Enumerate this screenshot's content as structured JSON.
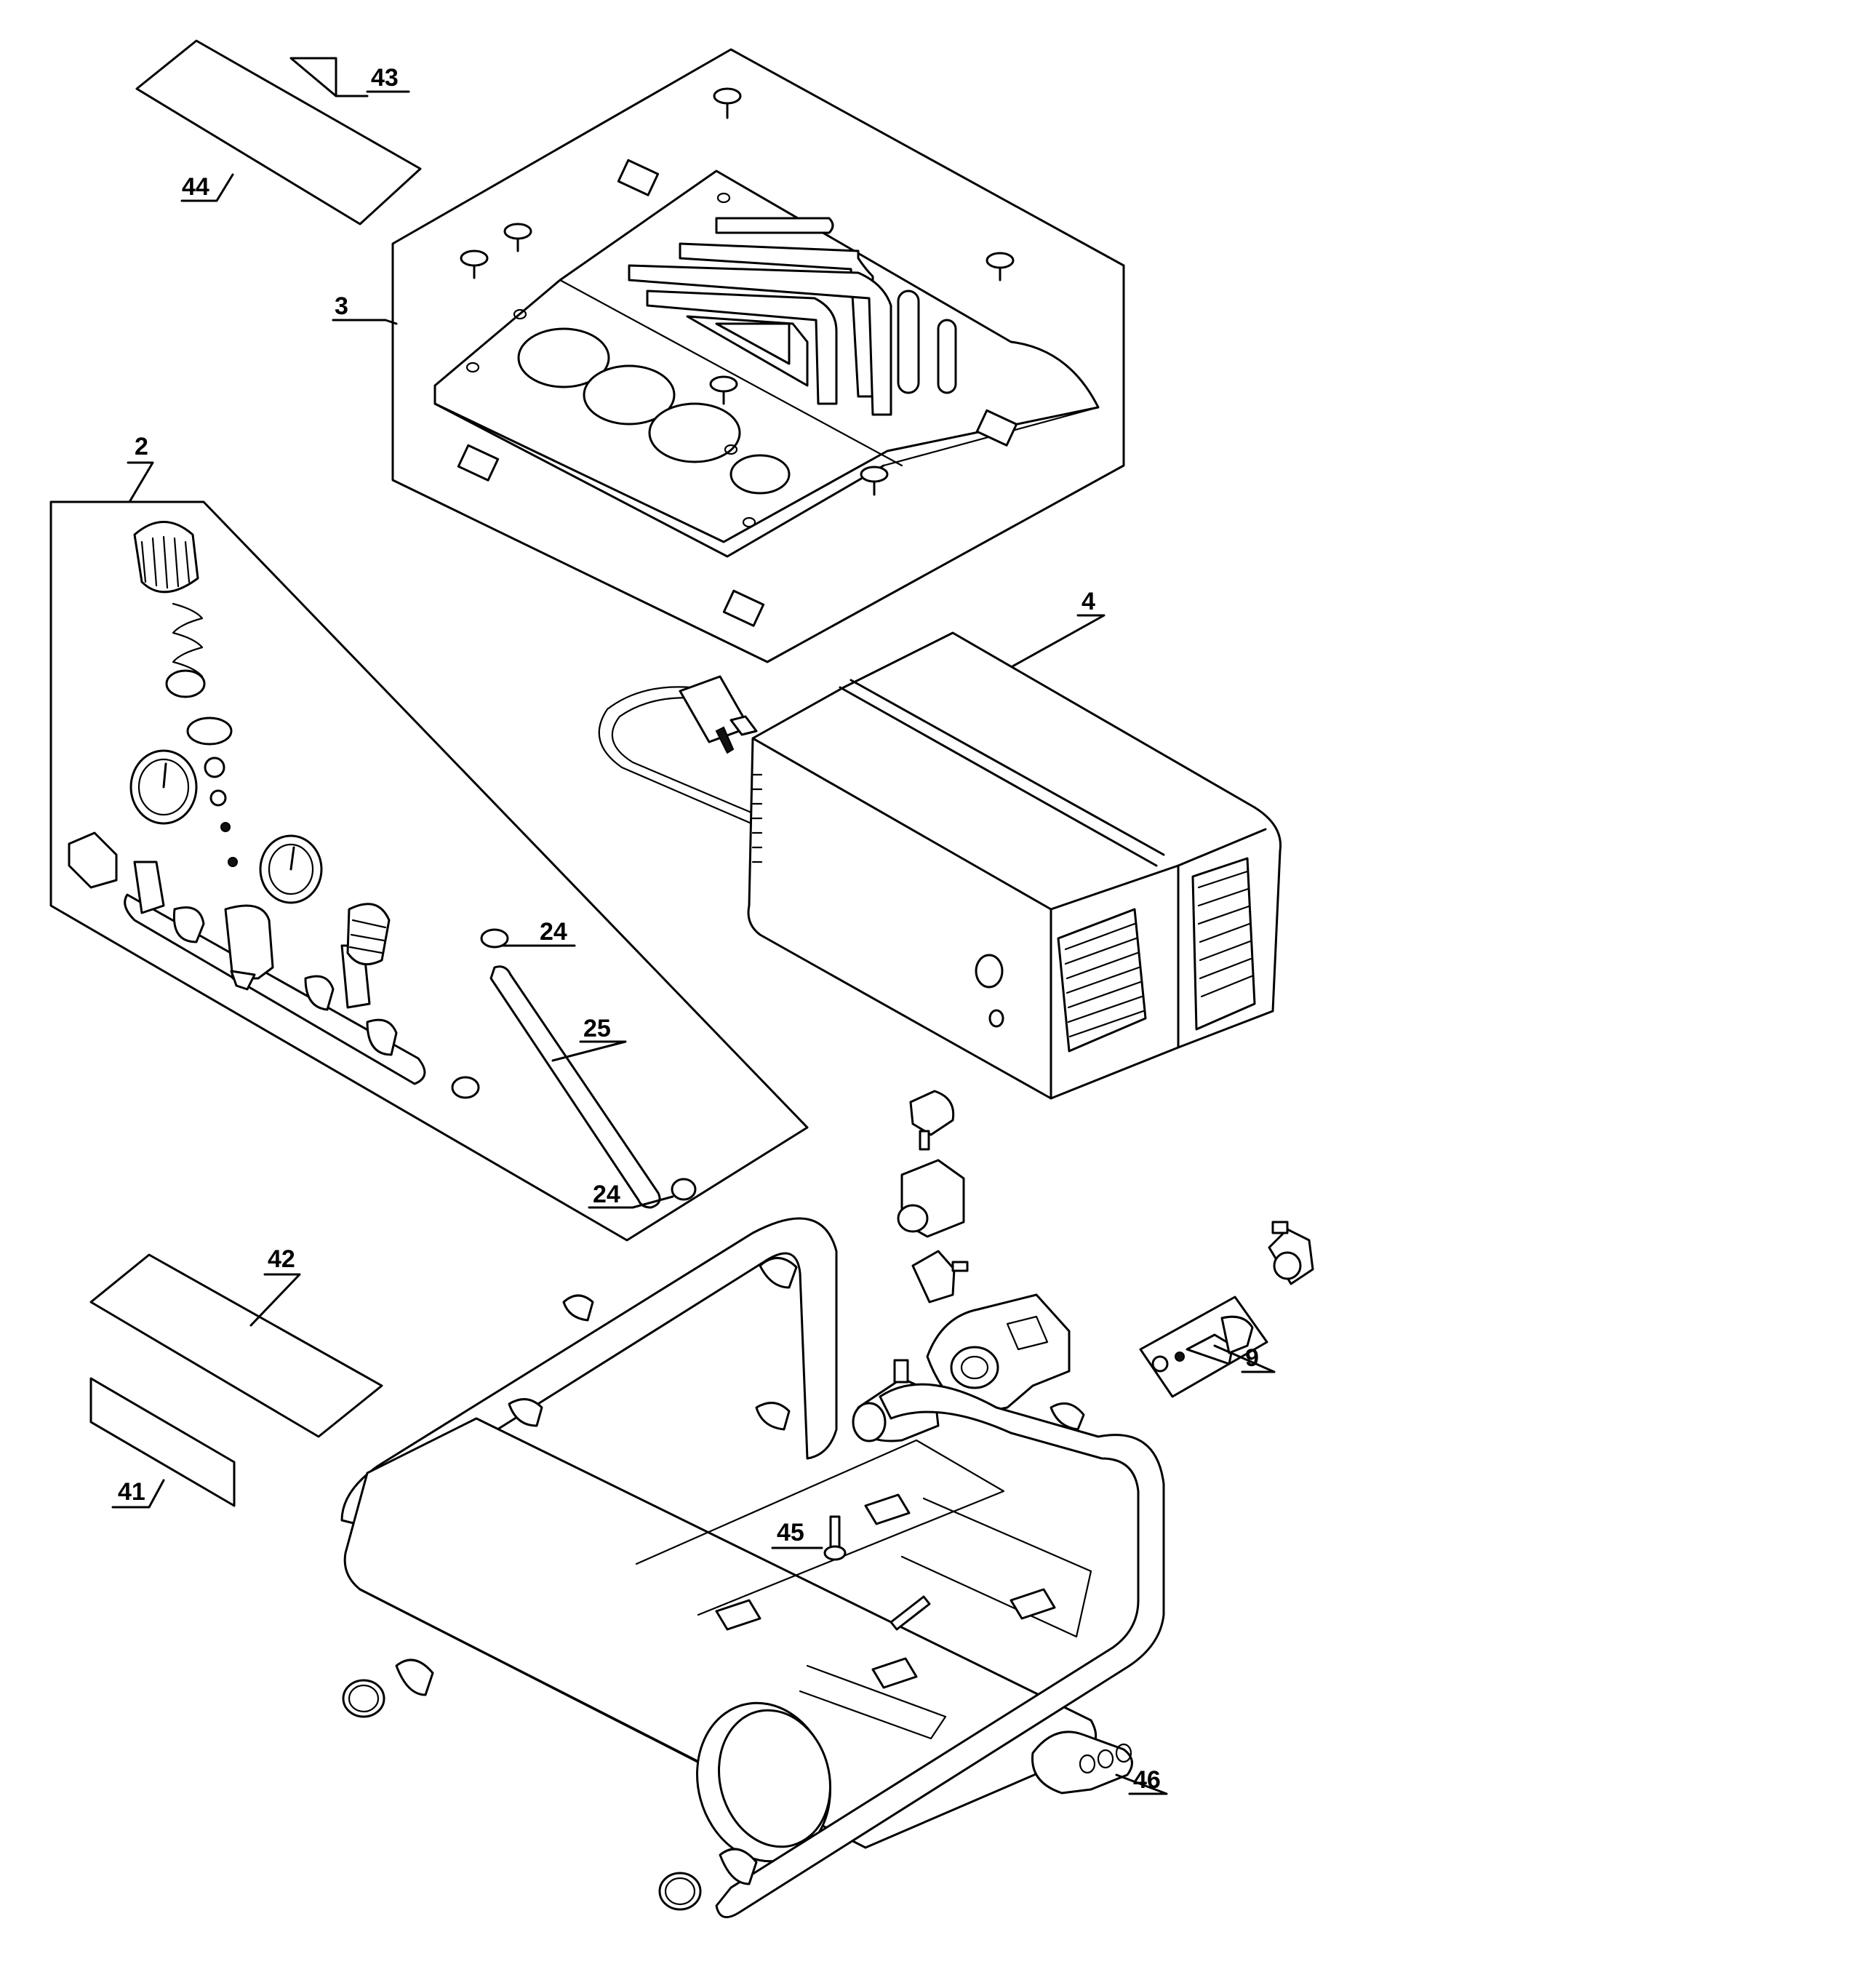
{
  "callouts": {
    "c43": "43",
    "c44": "44",
    "c3": "3",
    "c2": "2",
    "c4": "4",
    "c24a": "24",
    "c25": "25",
    "c24b": "24",
    "c42": "42",
    "c41": "41",
    "c9": "9",
    "c45": "45",
    "c46": "46"
  }
}
